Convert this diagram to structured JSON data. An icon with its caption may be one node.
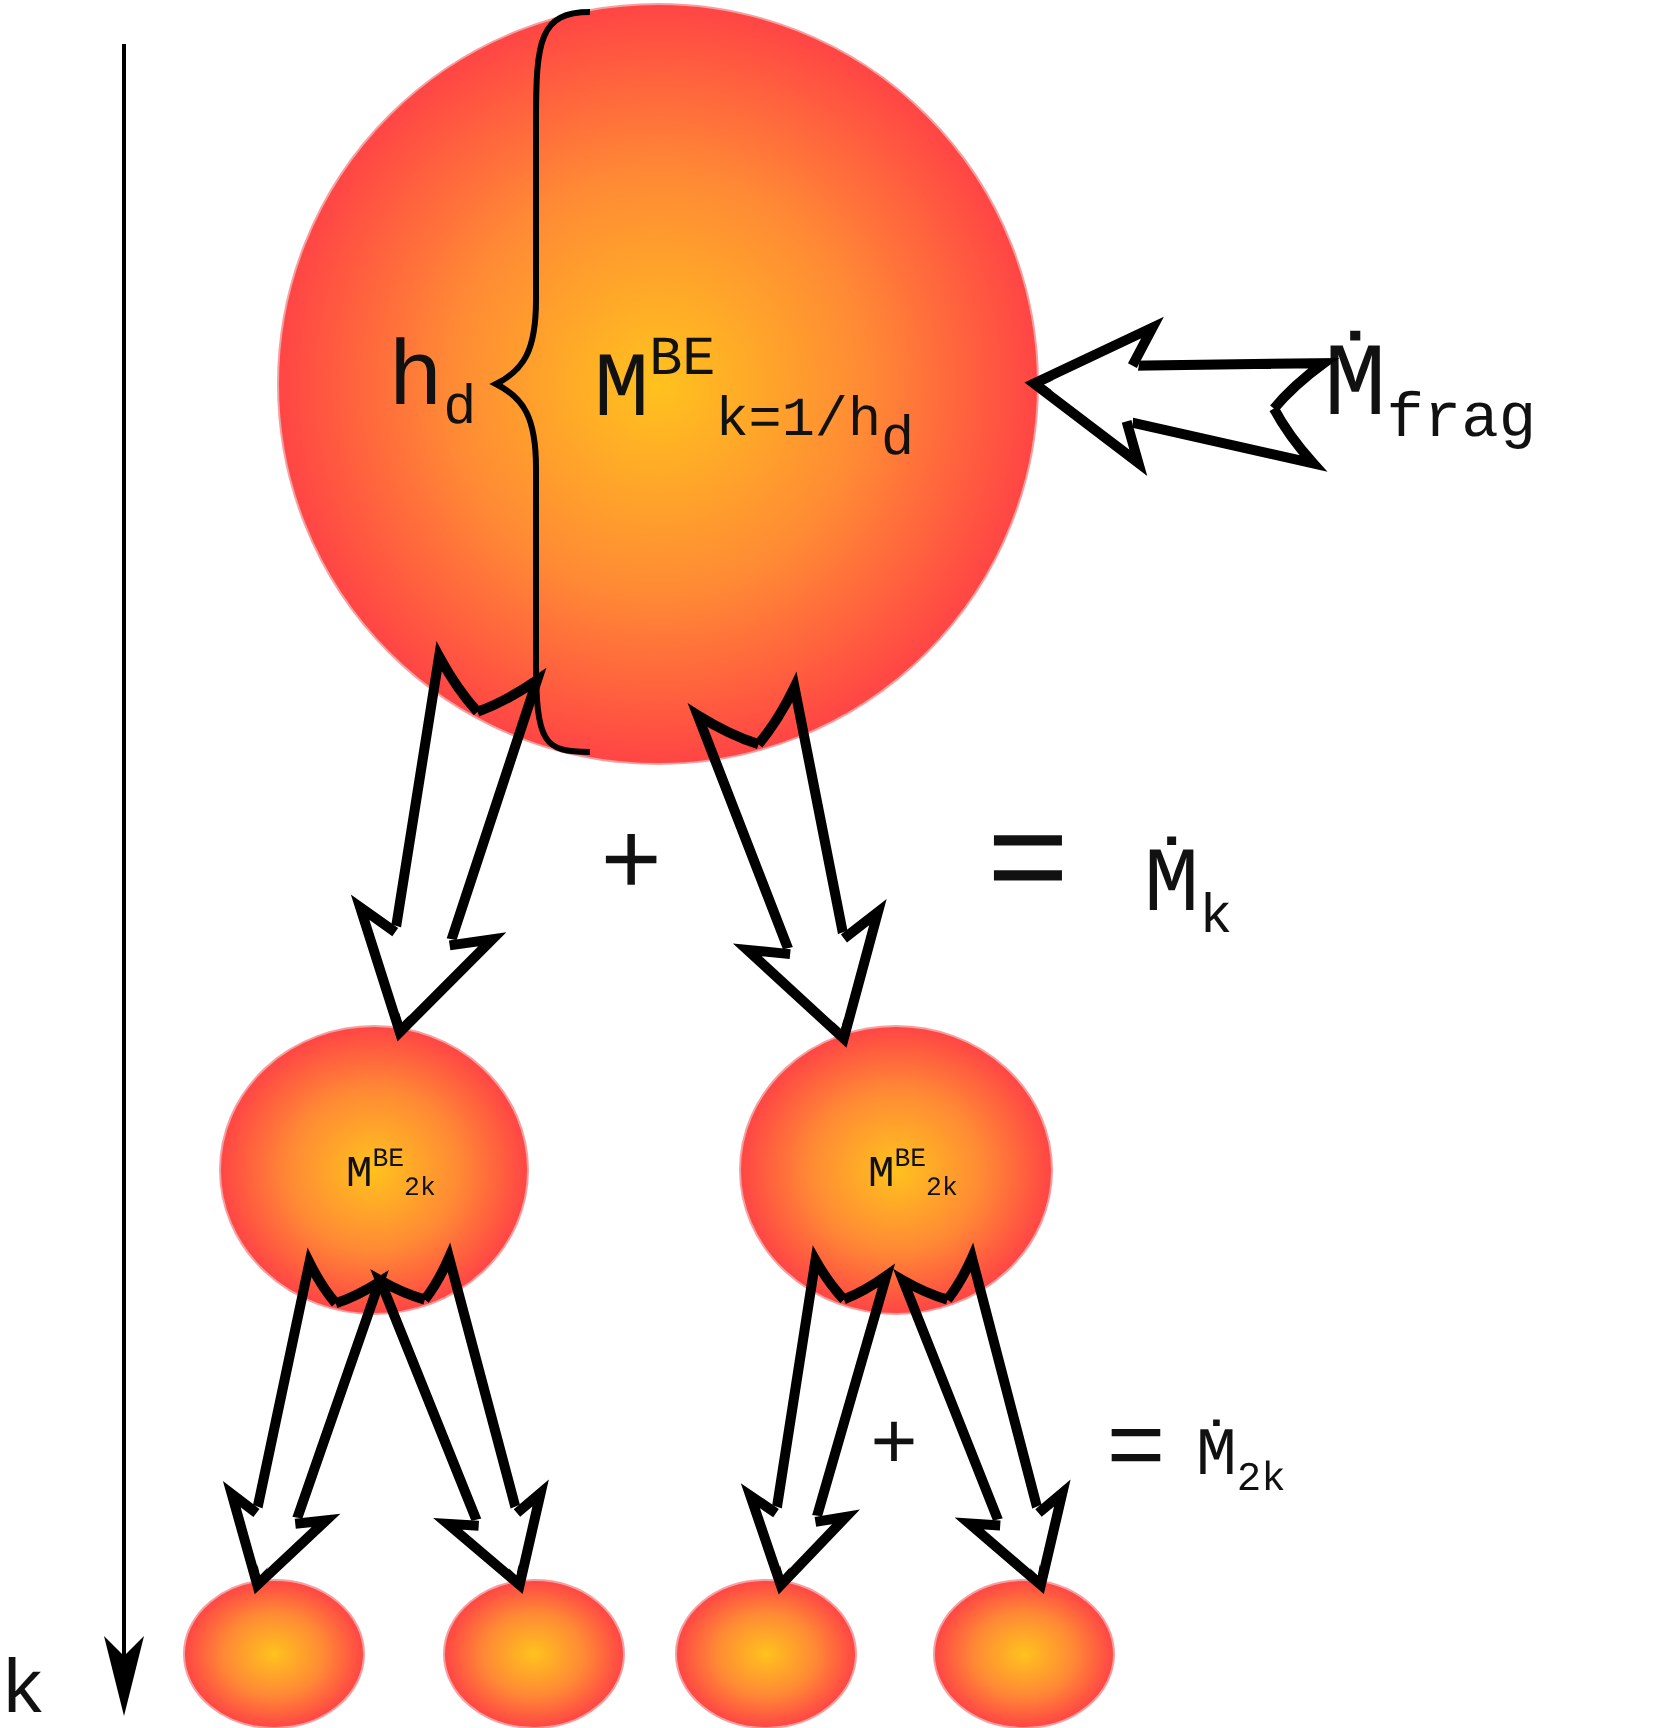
{
  "diagram": {
    "nodes": [
      {
        "text": [
          "h$_{d}$",
          "M$^{BE}$$_{k=1/h}$$_{d}$"
        ]
      },
      {
        "text": [
          "M$^{BE}$$_{2k}$"
        ]
      },
      {
        "text": [
          "M$^{BE}$$_{2k}$"
        ]
      },
      {
        "text": [],
        "shape": "circle"
      },
      {
        "text": [],
        "shape": "circle"
      },
      {
        "text": [],
        "shape": "circle"
      },
      {
        "text": [],
        "shape": "circle"
      },
      {
        "text": [
          "Ṁ$_{frag}$"
        ]
      }
    ],
    "edges": [
      {
        "from": 7,
        "to": 0,
        "arrow": "to"
      },
      {
        "from": 0,
        "to": 1,
        "arrow": "to"
      },
      {
        "from": 0,
        "to": 2,
        "arrow": "to"
      },
      {
        "from": 1,
        "to": 3,
        "arrow": "to"
      },
      {
        "from": 1,
        "to": 4,
        "arrow": "to"
      },
      {
        "from": 2,
        "to": 5,
        "arrow": "to"
      },
      {
        "from": 2,
        "to": 6,
        "arrow": "to"
      }
    ],
    "labels": [
      "+",
      "=",
      "Ṁ$_{k}$",
      "+",
      "=",
      "Ṁ$_{2k}$",
      "k"
    ]
  }
}
